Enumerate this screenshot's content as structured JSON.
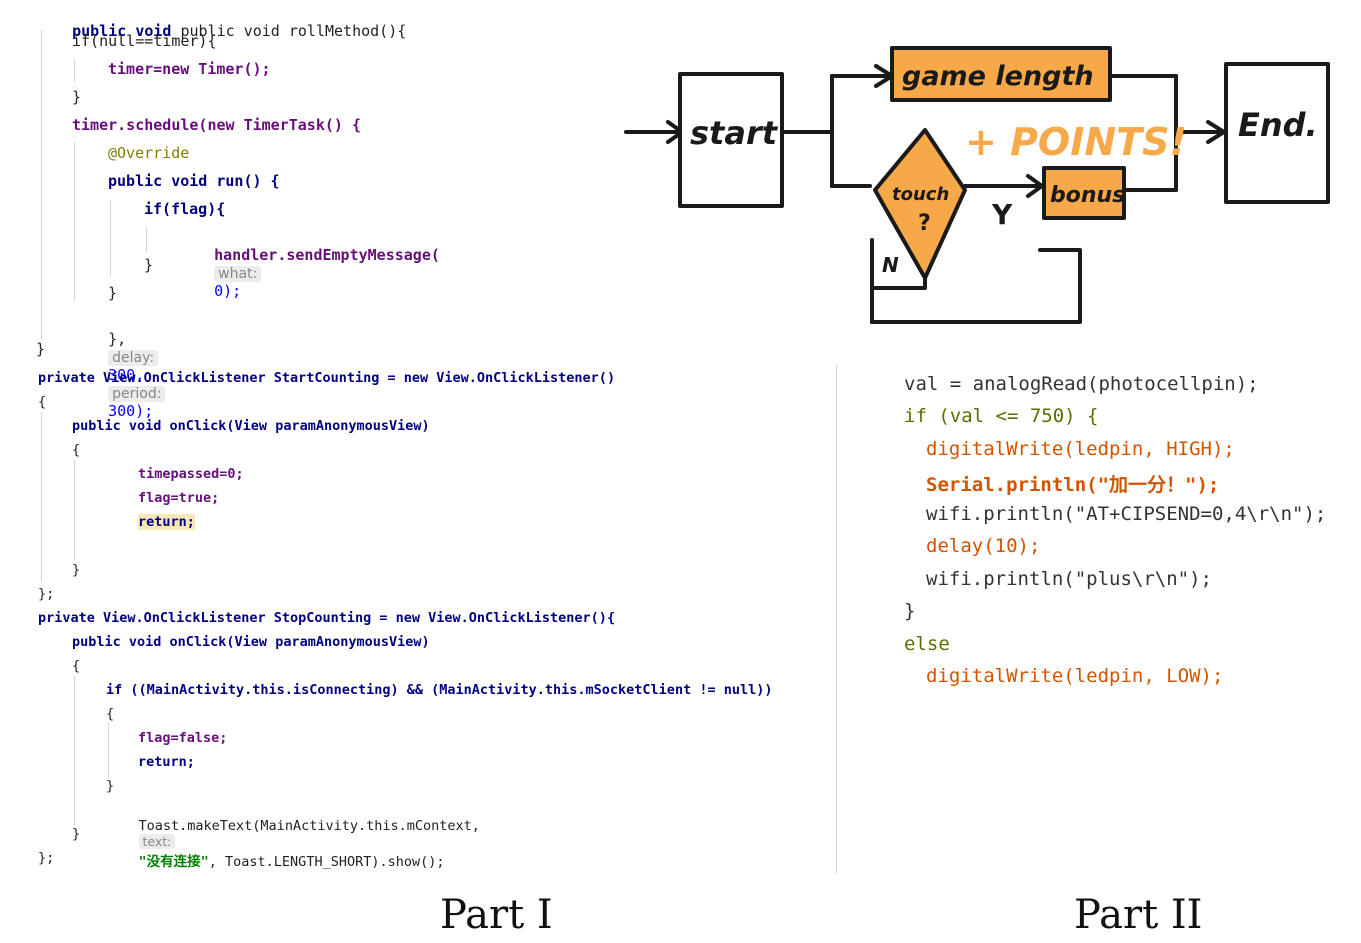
{
  "code_top": {
    "l1": "public void rollMethod(){",
    "l2": "if(null==timer){",
    "l3": "timer=new Timer();",
    "l4": "}",
    "l5": "timer.schedule(new TimerTask() {",
    "l6": "@Override",
    "l7": "public void run() {",
    "l8": "if(flag){",
    "l9_a": "handler.sendEmptyMessage(",
    "l9_hint": "what:",
    "l9_b": "0);",
    "l10": "}",
    "l11": "}",
    "l12_a": "},",
    "l12_hint1": "delay:",
    "l12_v1": "300,",
    "l12_hint2": "period:",
    "l12_v2": "300);",
    "l13": "}"
  },
  "code_bottom": {
    "b1": "private View.OnClickListener StartCounting = new View.OnClickListener()",
    "b2": "{",
    "b3": "public void onClick(View paramAnonymousView)",
    "b4": "{",
    "b5": "timepassed=0;",
    "b6": "flag=true;",
    "b7": "return;",
    "b8": "}",
    "b9": "};",
    "b10": "private View.OnClickListener StopCounting = new View.OnClickListener(){",
    "b11": "public void onClick(View paramAnonymousView)",
    "b12": "{",
    "b13": "if ((MainActivity.this.isConnecting) && (MainActivity.this.mSocketClient != null))",
    "b14": "{",
    "b15": "flag=false;",
    "b16": "return;",
    "b17": "}",
    "b18_a": "Toast.makeText(MainActivity.this.mContext,",
    "b18_hint": "text:",
    "b18_str": "\"没有连接\"",
    "b18_b": ", Toast.LENGTH_SHORT).show();",
    "b19": "}",
    "b20": "};"
  },
  "arduino": {
    "a1": "val = analogRead(photocellpin);",
    "a2": "if (val <= 750) {",
    "a3": "digitalWrite(ledpin, HIGH);",
    "a4": "Serial.println(\"加一分！\");",
    "a5": "wifi.println(\"AT+CIPSEND=0,4\\r\\n\");",
    "a6": "delay(10);",
    "a7": "wifi.println(\"plus\\r\\n\");",
    "a8": "}",
    "a9": "else",
    "a10": "digitalWrite(ledpin, LOW);"
  },
  "flowchart": {
    "start": "start",
    "game_length": "game length",
    "end": "End.",
    "touch": "touch",
    "question": "?",
    "bonus": "bonus",
    "points": "+ POINTS!",
    "yes": "Y",
    "no": "N",
    "colors": {
      "orange": "#f7a94a",
      "ink": "#1a1a1a"
    }
  },
  "captions": {
    "part1": "Part I",
    "part2": "Part II"
  }
}
